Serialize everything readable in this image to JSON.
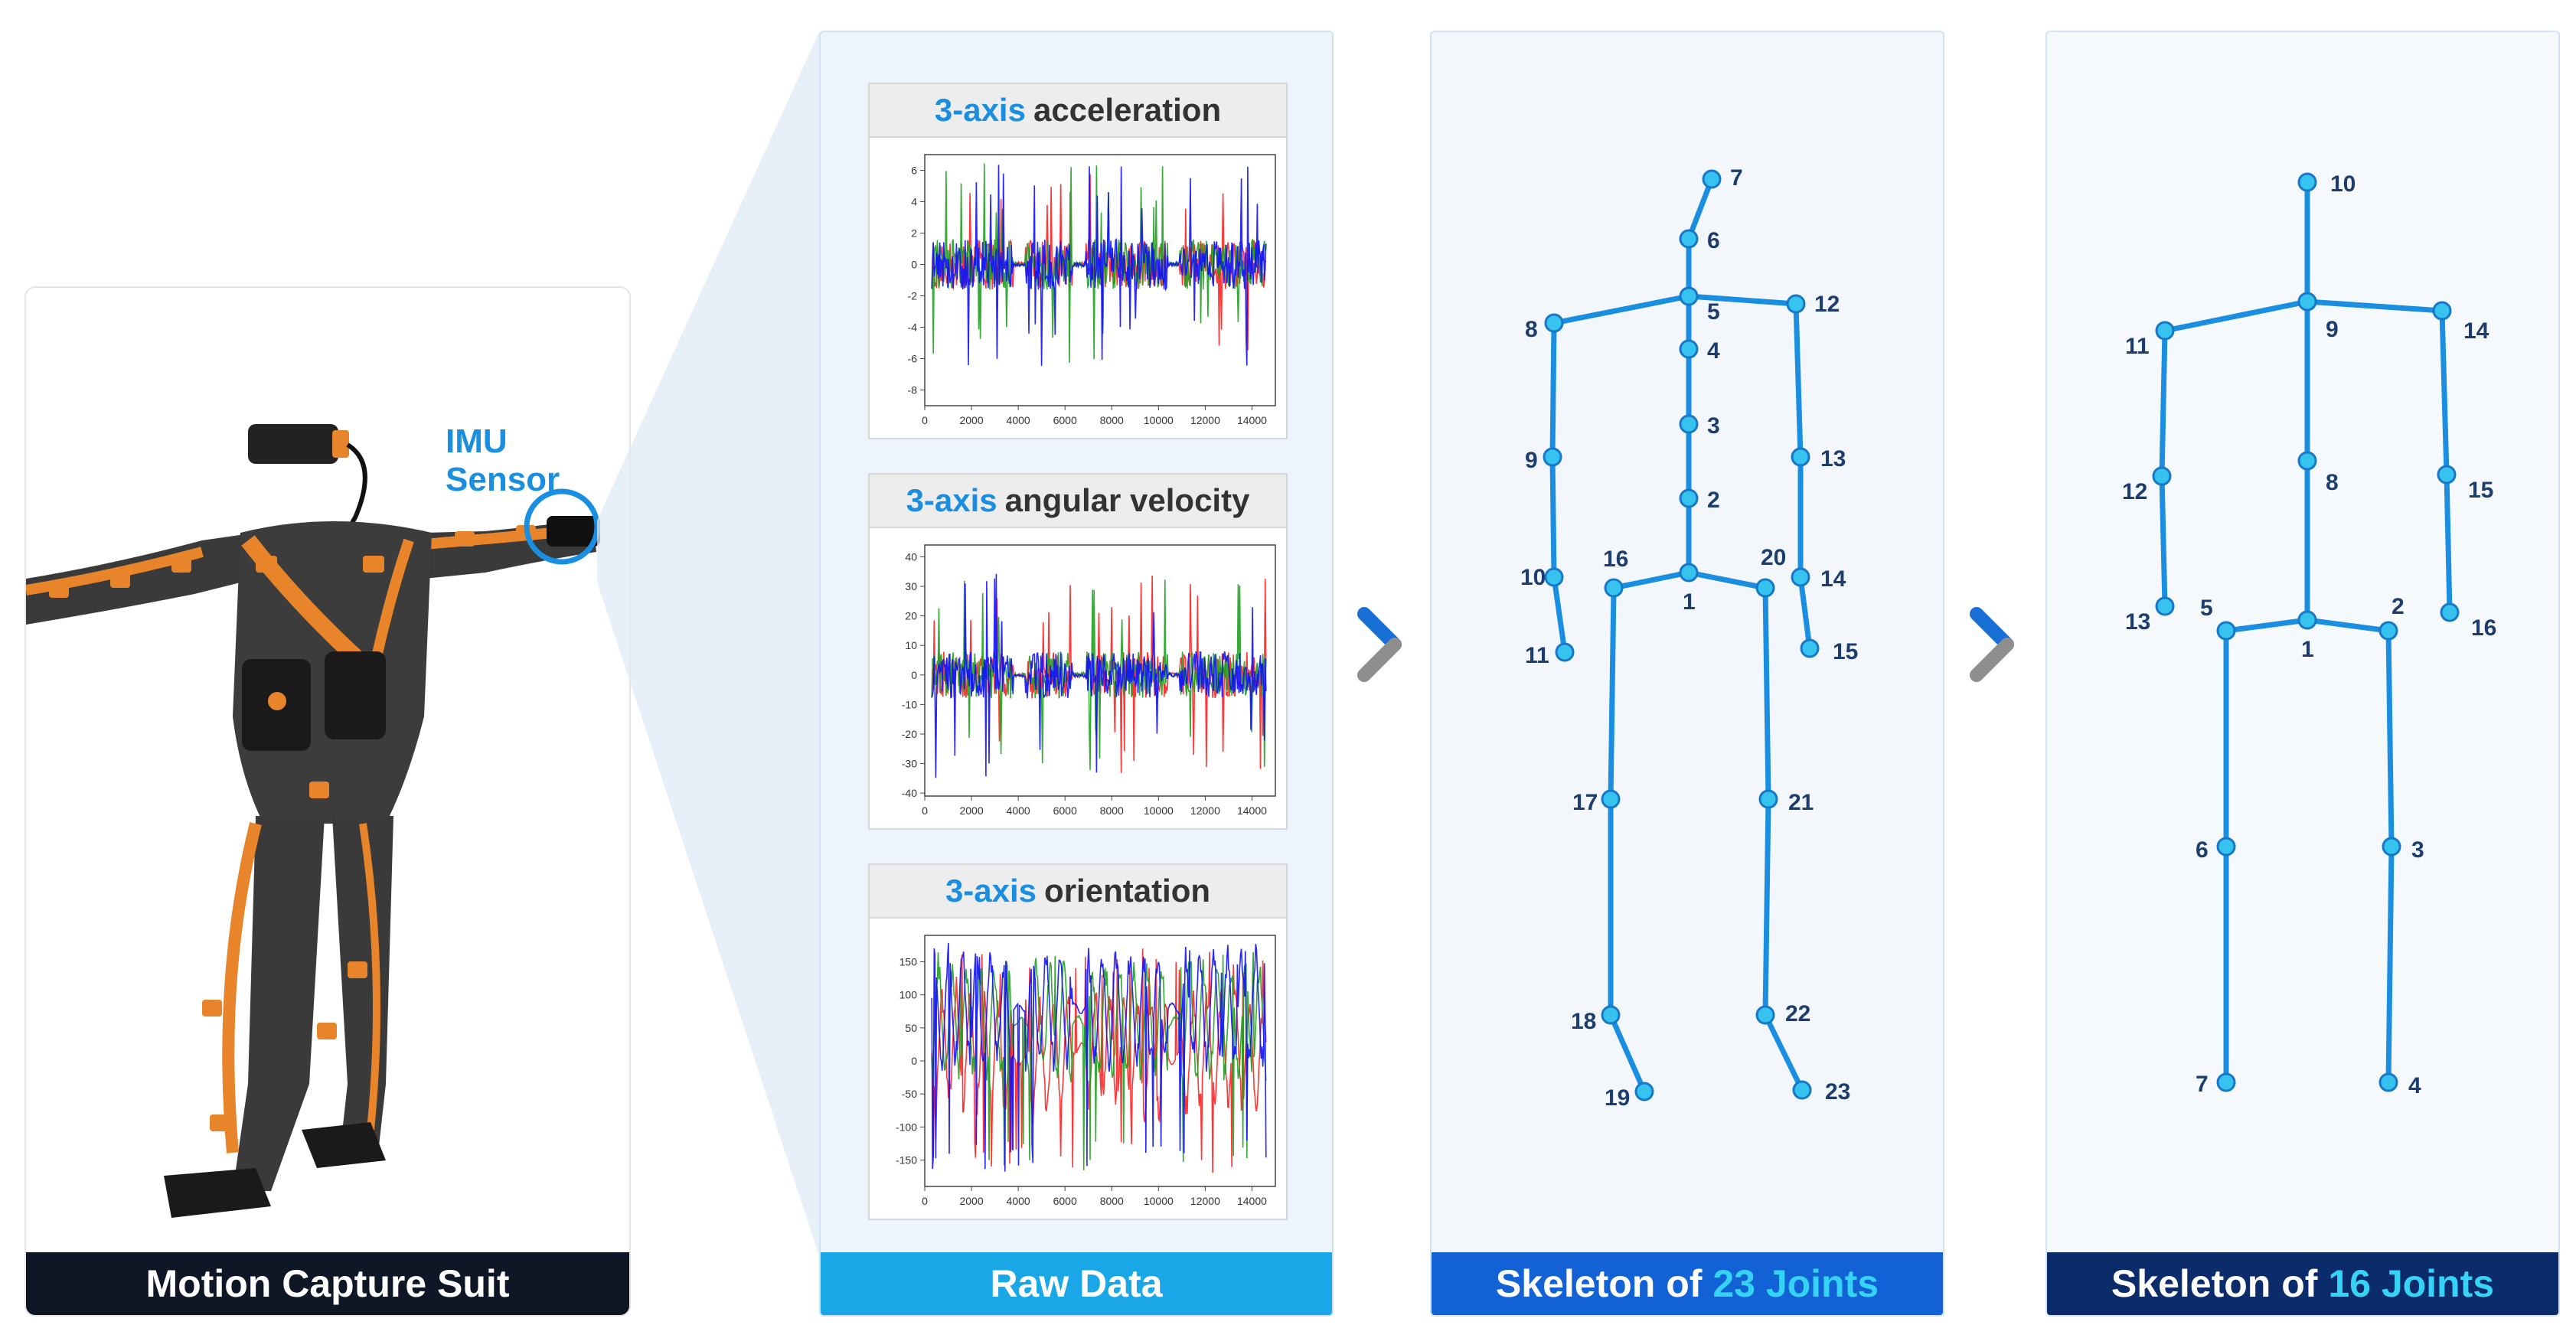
{
  "panels": {
    "suit": {
      "caption": "Motion Capture Suit",
      "imu_label": "IMU Sensor"
    },
    "raw": {
      "caption": "Raw Data",
      "charts": [
        {
          "title_highlight": "3-axis",
          "title_rest": "acceleration"
        },
        {
          "title_highlight": "3-axis",
          "title_rest": "angular velocity"
        },
        {
          "title_highlight": "3-axis",
          "title_rest": "orientation"
        }
      ]
    },
    "skeleton23": {
      "caption_prefix": "Skeleton of",
      "caption_highlight": "23 Joints"
    },
    "skeleton16": {
      "caption_prefix": "Skeleton of",
      "caption_highlight": "16 Joints"
    }
  },
  "chart_data": [
    {
      "type": "line",
      "title": "3-axis acceleration",
      "xlim": [
        0,
        15000
      ],
      "ylim": [
        -9,
        7
      ],
      "xticks": [
        0,
        2000,
        4000,
        6000,
        8000,
        10000,
        12000,
        14000
      ],
      "yticks": [
        -8,
        -6,
        -4,
        -2,
        0,
        2,
        4,
        6
      ],
      "series_colors": [
        "#ff2020",
        "#20a020",
        "#1010ff"
      ],
      "signal": {
        "amp": 1.6,
        "spike": 6.5,
        "offset": [
          0,
          0,
          0
        ],
        "oscillatory": false
      }
    },
    {
      "type": "line",
      "title": "3-axis angular velocity",
      "xlim": [
        0,
        15000
      ],
      "ylim": [
        -41,
        44
      ],
      "xticks": [
        0,
        2000,
        4000,
        6000,
        8000,
        10000,
        12000,
        14000
      ],
      "yticks": [
        -40,
        -30,
        -20,
        -10,
        0,
        10,
        20,
        30,
        40
      ],
      "series_colors": [
        "#ff2020",
        "#20a020",
        "#1010ff"
      ],
      "signal": {
        "amp": 8,
        "spike": 35,
        "offset": [
          0,
          0,
          0
        ],
        "oscillatory": false
      }
    },
    {
      "type": "line",
      "title": "3-axis orientation",
      "xlim": [
        0,
        15000
      ],
      "ylim": [
        -190,
        190
      ],
      "xticks": [
        0,
        2000,
        4000,
        6000,
        8000,
        10000,
        12000,
        14000
      ],
      "yticks": [
        -150,
        -100,
        -50,
        0,
        50,
        100,
        150
      ],
      "series_colors": [
        "#ff2020",
        "#20a020",
        "#1010ff"
      ],
      "signal": {
        "amp": 90,
        "spike": 170,
        "offset": [
          20,
          60,
          80
        ],
        "oscillatory": true
      }
    }
  ],
  "skeleton23_labels": [
    "1",
    "2",
    "3",
    "4",
    "5",
    "6",
    "7",
    "8",
    "9",
    "10",
    "11",
    "12",
    "13",
    "14",
    "15",
    "16",
    "17",
    "18",
    "19",
    "20",
    "21",
    "22",
    "23"
  ],
  "skeleton16_labels": [
    "1",
    "2",
    "3",
    "4",
    "5",
    "6",
    "7",
    "8",
    "9",
    "10",
    "11",
    "12",
    "13",
    "14",
    "15",
    "16"
  ],
  "colors": {
    "bone": "#1a8ee0",
    "joint_fill": "#36c3f0",
    "joint_stroke": "#1777c8",
    "label": "#1d3d6e",
    "raw_caption": "#1aa7e8",
    "sk23_caption": "#1262d6",
    "sk16_caption": "#0b2b6b"
  }
}
